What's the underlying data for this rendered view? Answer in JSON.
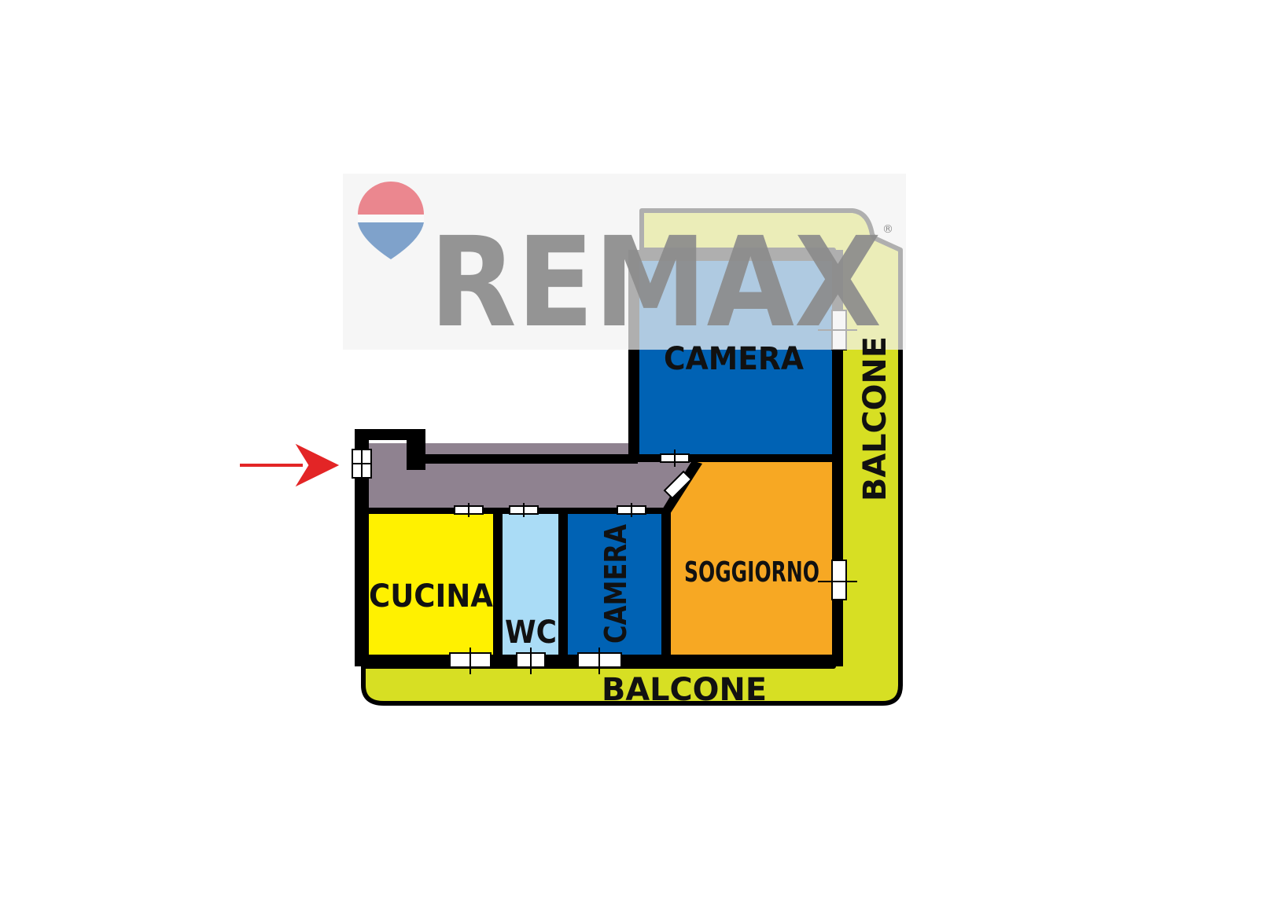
{
  "watermark": {
    "brand_text": "REMAX",
    "registered_mark": "®",
    "logo_icon": "balloon-logo-icon"
  },
  "rooms": {
    "camera_top": {
      "label": "CAMERA"
    },
    "soggiorno": {
      "label": "SOGGIORNO"
    },
    "cucina": {
      "label": "CUCINA"
    },
    "wc": {
      "label": "WC"
    },
    "camera_small": {
      "label": "CAMERA"
    }
  },
  "balconies": {
    "right": {
      "label": "BALCONE"
    },
    "bottom": {
      "label": "BALCONE"
    }
  },
  "entrance": {
    "icon": "entrance-arrow-icon"
  },
  "colors": {
    "balcony": "#d7df23",
    "camera": "#0062b4",
    "soggiorno": "#f7a823",
    "cucina": "#fff100",
    "wc": "#aadcf6",
    "corridor": "#8f8290",
    "wall": "#000000",
    "arrow": "#e32526",
    "watermark_bg": "#f2f2f2",
    "watermark_text": "#8c8c8c"
  }
}
